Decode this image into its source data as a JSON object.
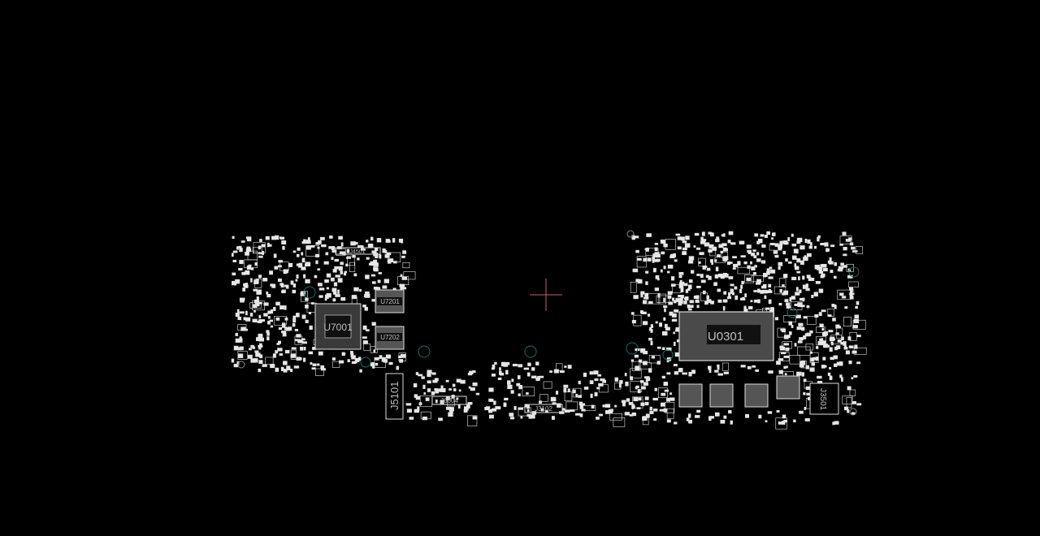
{
  "viewer": {
    "background_color": "#000000",
    "part_color": "#e6e6e6",
    "via_color": "#1f8a8a",
    "cursor_color": "#c06070"
  },
  "components": {
    "j4501": "J4501",
    "u7201": "U7201",
    "u7001": "U7001",
    "u7202": "U7202",
    "j5101": "J5101",
    "j6004": "J6004",
    "j3102": "J3102",
    "u0301": "U0301",
    "j3501": "J3501"
  }
}
